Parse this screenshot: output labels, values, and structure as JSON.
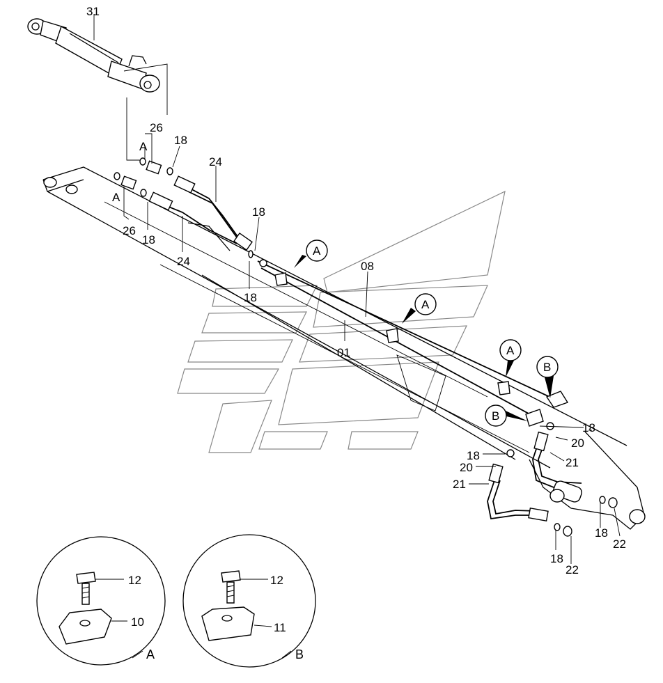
{
  "callouts": {
    "c31": "31",
    "c26a": "26",
    "c26b": "26",
    "c18a": "18",
    "c18b": "18",
    "c18c": "18",
    "c18d": "18",
    "c18e": "18",
    "c18f": "18",
    "c18g": "18",
    "c18h": "18",
    "c24a": "24",
    "c24b": "24",
    "c08": "08",
    "c01": "01",
    "c20a": "20",
    "c20b": "20",
    "c21a": "21",
    "c21b": "21",
    "c22a": "22",
    "c22b": "22",
    "c12a": "12",
    "c12b": "12",
    "c10": "10",
    "c11": "11"
  },
  "markers": {
    "a_top": "A",
    "a_mid": "A",
    "a_m1": "A",
    "a_m2": "A",
    "a_m3": "A",
    "b_m1": "B",
    "b_m2": "B"
  },
  "details": {
    "detail_a_caption": "A",
    "detail_b_caption": "B"
  }
}
